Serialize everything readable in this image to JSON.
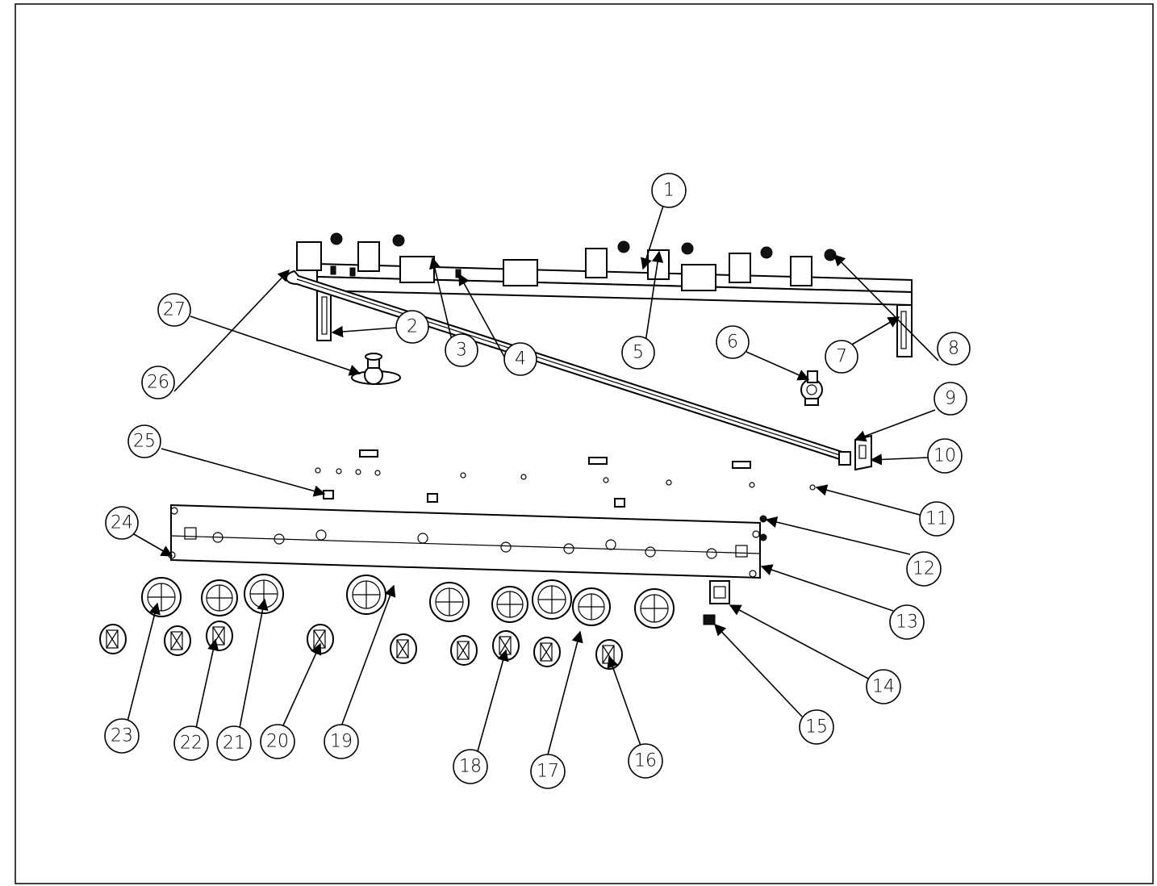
{
  "diagram": {
    "callouts": [
      {
        "label": "1"
      },
      {
        "label": "2"
      },
      {
        "label": "3"
      },
      {
        "label": "4"
      },
      {
        "label": "5"
      },
      {
        "label": "6"
      },
      {
        "label": "7"
      },
      {
        "label": "8"
      },
      {
        "label": "9"
      },
      {
        "label": "10"
      },
      {
        "label": "11"
      },
      {
        "label": "12"
      },
      {
        "label": "13"
      },
      {
        "label": "14"
      },
      {
        "label": "15"
      },
      {
        "label": "16"
      },
      {
        "label": "17"
      },
      {
        "label": "18"
      },
      {
        "label": "19"
      },
      {
        "label": "20"
      },
      {
        "label": "21"
      },
      {
        "label": "22"
      },
      {
        "label": "23"
      },
      {
        "label": "24"
      },
      {
        "label": "25"
      },
      {
        "label": "26"
      },
      {
        "label": "27"
      }
    ]
  }
}
